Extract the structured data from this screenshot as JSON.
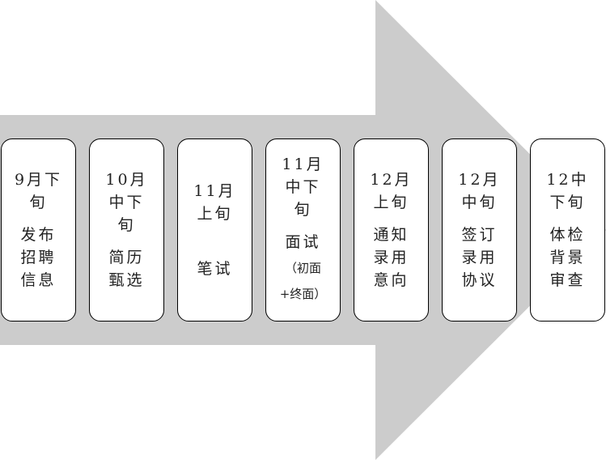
{
  "colors": {
    "arrow": "#cccccc",
    "box_border": "#000000",
    "box_fill": "#ffffff",
    "text": "#222222"
  },
  "steps": [
    {
      "period": "9月下\n旬",
      "task": "发布\n招聘\n信息",
      "note": ""
    },
    {
      "period": "10月\n中下\n旬",
      "task": "简历\n甄选",
      "note": ""
    },
    {
      "period": "11月\n上旬",
      "task": "\n笔试",
      "note": ""
    },
    {
      "period": "11月\n中下\n旬",
      "task": "面试",
      "note": "（初面\n+终面）"
    },
    {
      "period": "12月\n上旬",
      "task": "通知\n录用\n意向",
      "note": ""
    },
    {
      "period": "12月\n中旬",
      "task": "签订\n录用\n协议",
      "note": ""
    },
    {
      "period": "12中\n下旬",
      "task": "体检\n背景\n审查",
      "note": ""
    }
  ]
}
